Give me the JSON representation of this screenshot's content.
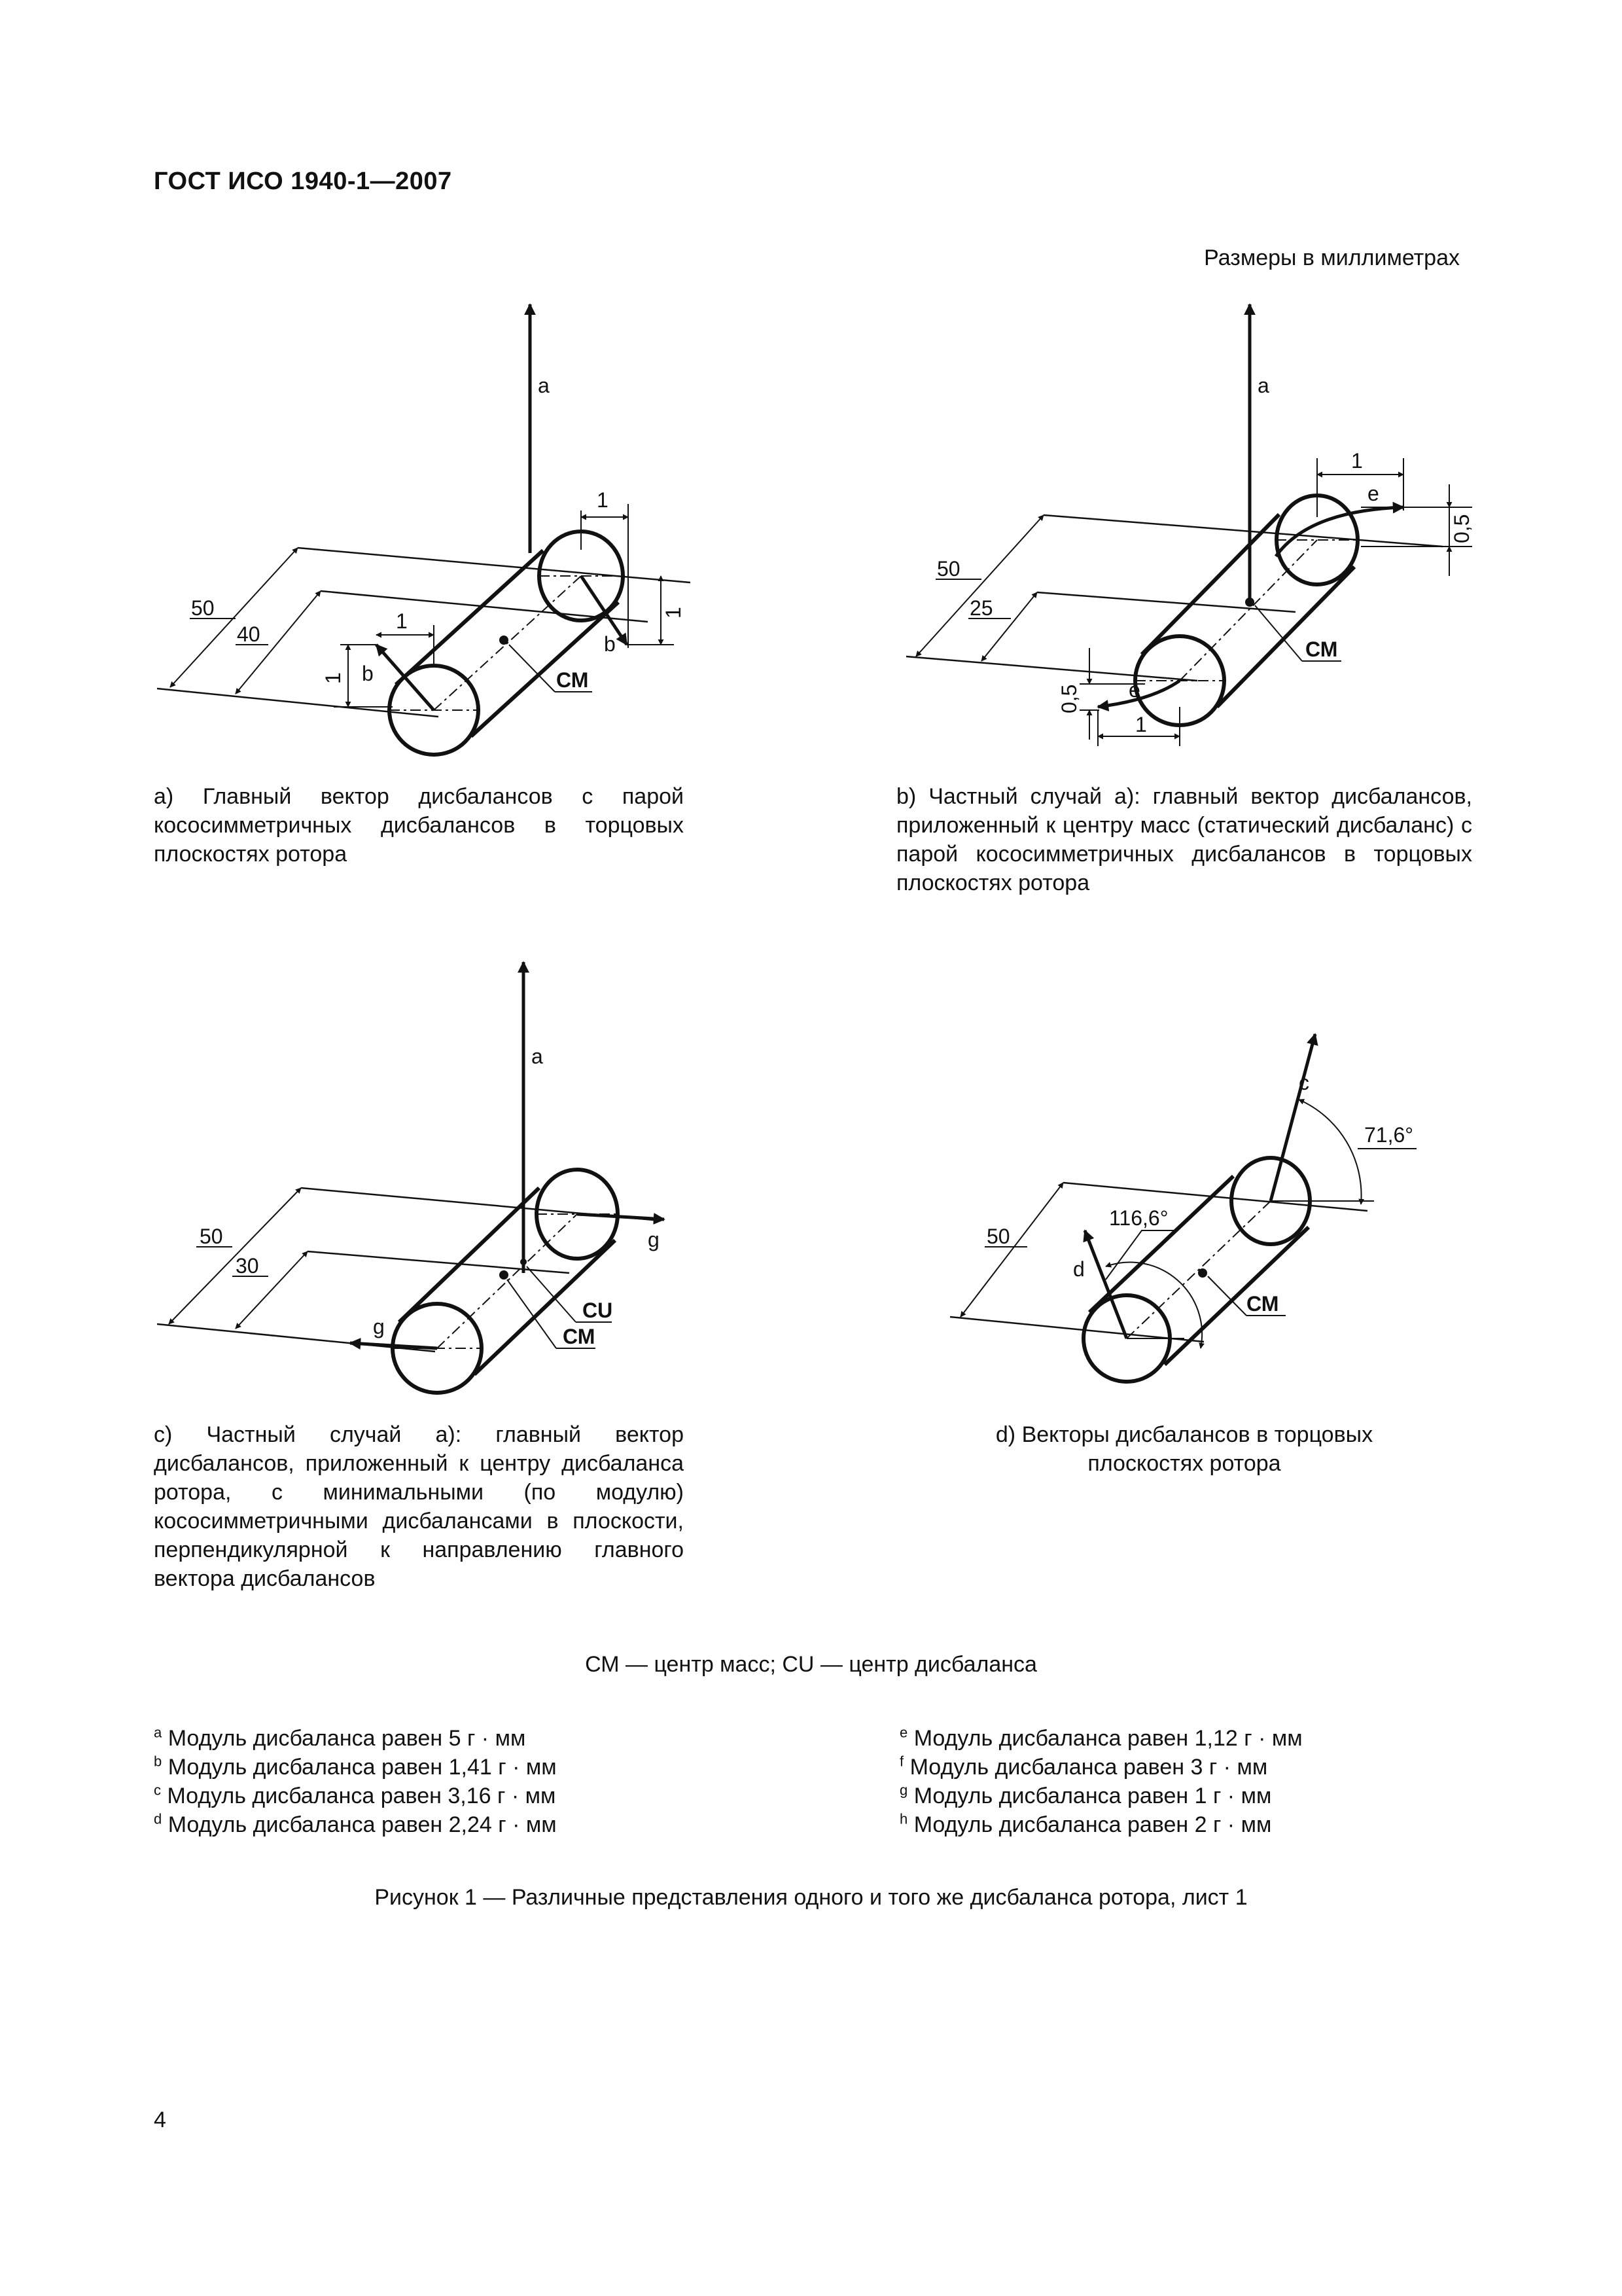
{
  "header": {
    "standard": "ГОСТ ИСО 1940-1—2007"
  },
  "units_note": "Размеры в миллиметрах",
  "figures": {
    "a": {
      "labels": {
        "vec_a": "a",
        "vec_b1": "b",
        "vec_b2": "b",
        "cm": "СМ",
        "dim_50": "50",
        "dim_40": "40",
        "dim_1_top": "1",
        "dim_1_right": "1",
        "dim_1_small": "1",
        "dim_1_left": "1"
      },
      "caption": "a) Главный вектор дисбалансов с парой кососимметричных дисбалансов в торцовых плоскостях ротора"
    },
    "b": {
      "labels": {
        "vec_a": "a",
        "vec_e1": "e",
        "vec_e2": "e",
        "cm": "СМ",
        "dim_50": "50",
        "dim_25": "25",
        "dim_1_top": "1",
        "dim_05_right": "0,5",
        "dim_05_left": "0,5",
        "dim_1_bottom": "1"
      },
      "caption": "b) Частный случай а): главный вектор дисбалансов, приложенный  к центру масс (статический дисбаланс) с парой кососимметричных дисбалансов в торцовых плоскостях ротора"
    },
    "c": {
      "labels": {
        "vec_a": "a",
        "vec_g1": "g",
        "vec_g2": "g",
        "cu": "CU",
        "cm": "СМ",
        "dim_50": "50",
        "dim_30": "30"
      },
      "caption": "c) Частный случай а): главный вектор дисбалансов, приложенный к центру дисбаланса ротора, с минимальными (по модулю) кососимметричными дисбалансами в плоскости, перпендикулярной к направлению главного вектора дисбалансов"
    },
    "d": {
      "labels": {
        "vec_c": "c",
        "vec_d": "d",
        "angle_c": "71,6°",
        "angle_d": "116,6°",
        "cm": "СМ",
        "dim_50": "50"
      },
      "caption": "d) Векторы дисбалансов в торцовых плоскостях ротора"
    }
  },
  "legend": "СМ — центр масс; CU — центр дисбаланса",
  "notes_left": [
    {
      "mark": "a",
      "text": "Модуль дисбаланса равен 5 г · мм"
    },
    {
      "mark": "b",
      "text": "Модуль дисбаланса равен 1,41 г · мм"
    },
    {
      "mark": "c",
      "text": "Модуль дисбаланса равен 3,16 г · мм"
    },
    {
      "mark": "d",
      "text": "Модуль дисбаланса равен 2,24 г · мм"
    }
  ],
  "notes_right": [
    {
      "mark": "e",
      "text": "Модуль дисбаланса равен 1,12 г · мм"
    },
    {
      "mark": "f",
      "text": "Модуль дисбаланса равен 3 г · мм"
    },
    {
      "mark": "g",
      "text": "Модуль дисбаланса равен 1 г · мм"
    },
    {
      "mark": "h",
      "text": "Модуль дисбаланса равен 2 г · мм"
    }
  ],
  "figure_title": "Рисунок 1 — Различные представления одного и того же дисбаланса ротора, лист 1",
  "page_number": "4"
}
